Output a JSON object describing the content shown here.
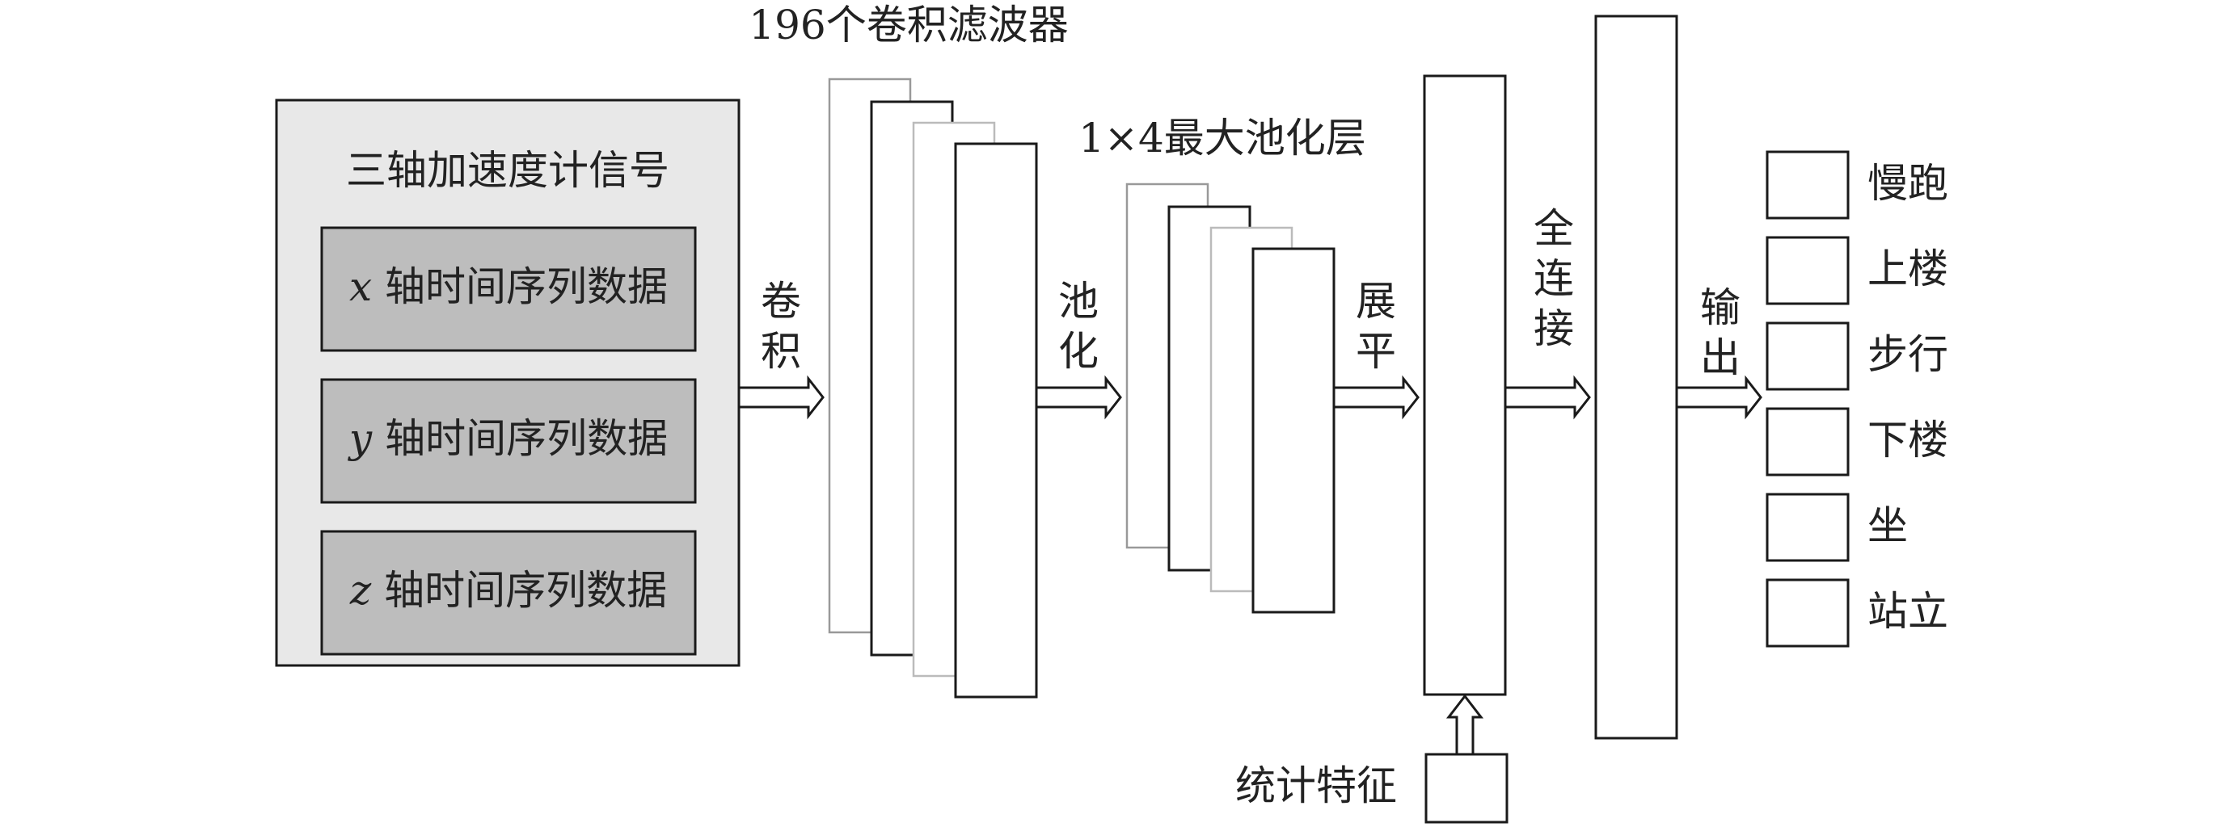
{
  "input": {
    "title": "三轴加速度计信号",
    "series": [
      {
        "var": "x",
        "text": "轴时间序列数据"
      },
      {
        "var": "y",
        "text": "轴时间序列数据"
      },
      {
        "var": "z",
        "text": "轴时间序列数据"
      }
    ]
  },
  "steps": {
    "conv": [
      "卷",
      "积"
    ],
    "pool": [
      "池",
      "化"
    ],
    "flatten": [
      "展",
      "平"
    ],
    "fc": [
      "全",
      "连",
      "接"
    ],
    "output": [
      "输",
      "出"
    ]
  },
  "conv_layer": {
    "label": "196个卷积滤波器"
  },
  "pool_layer": {
    "label": "1×4最大池化层"
  },
  "stats": {
    "label": "统计特征"
  },
  "outputs": [
    "慢跑",
    "上楼",
    "步行",
    "下楼",
    "坐",
    "站立"
  ],
  "colors": {
    "panel": "#e8e8e8",
    "series_box": "#bdbdbd",
    "stroke": "#1a1a1a",
    "light_stroke": "#999999",
    "lighter_stroke": "#bbbbbb"
  }
}
